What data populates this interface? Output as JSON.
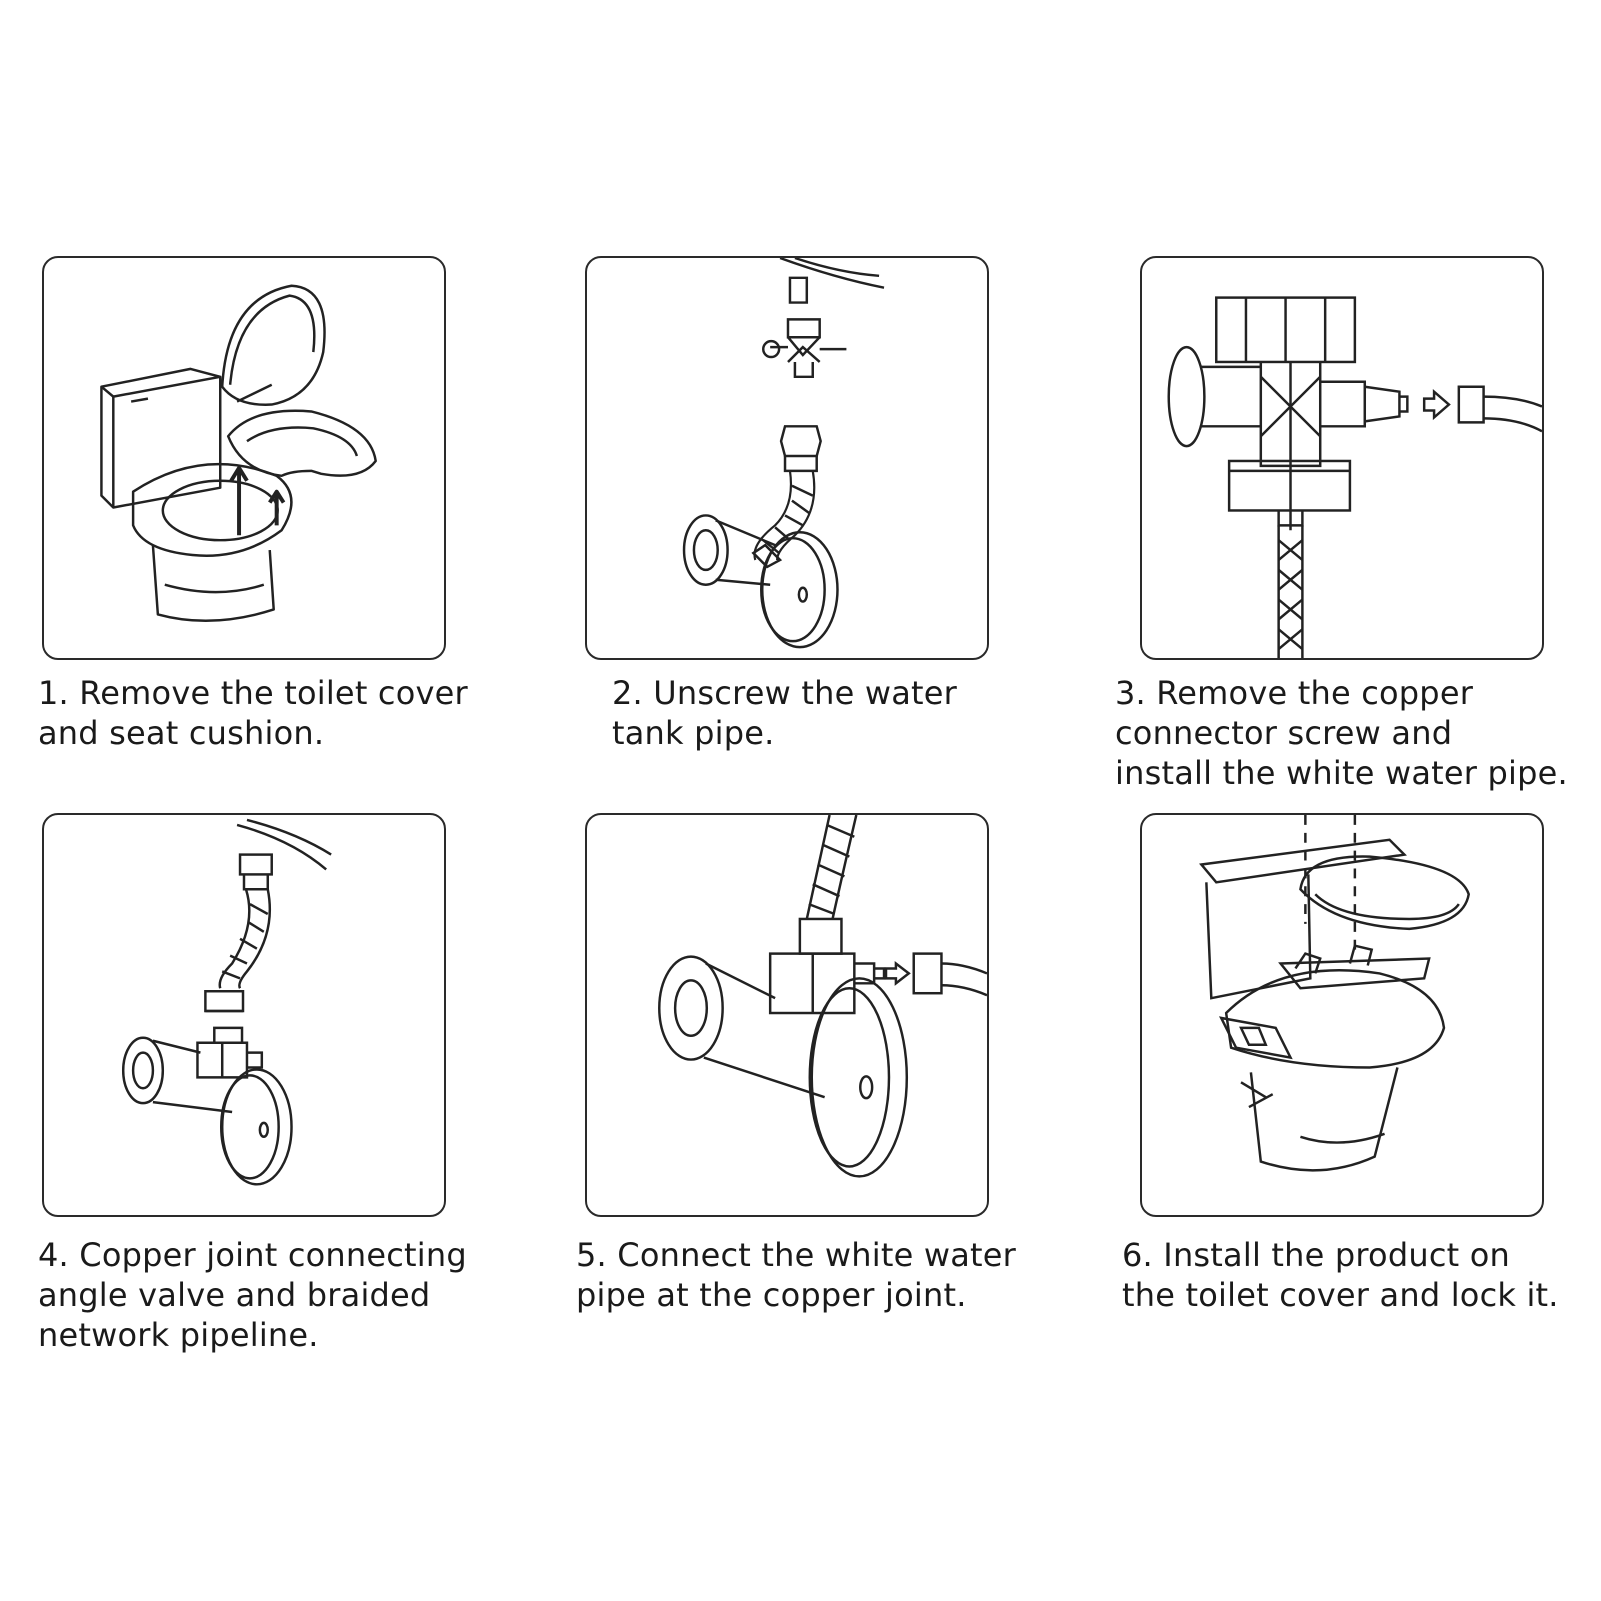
{
  "steps": [
    {
      "caption": [
        "1. Remove the toilet cover",
        "and seat cushion."
      ]
    },
    {
      "caption": [
        "2. Unscrew the water",
        "tank pipe."
      ]
    },
    {
      "caption": [
        "3. Remove the copper",
        "connector screw and",
        "install the white water pipe."
      ]
    },
    {
      "caption": [
        "4. Copper joint connecting",
        "angle valve and braided",
        "network pipeline."
      ]
    },
    {
      "caption": [
        "5. Connect the white water",
        "pipe at the copper joint."
      ]
    },
    {
      "caption": [
        "6. Install the product on",
        "the toilet cover and lock it."
      ]
    }
  ],
  "icons": [
    "toilet-remove-seat-illustration",
    "unscrew-tank-pipe-illustration",
    "tee-connector-illustration",
    "braided-pipe-valve-illustration",
    "white-pipe-connection-illustration",
    "bidet-install-illustration"
  ]
}
